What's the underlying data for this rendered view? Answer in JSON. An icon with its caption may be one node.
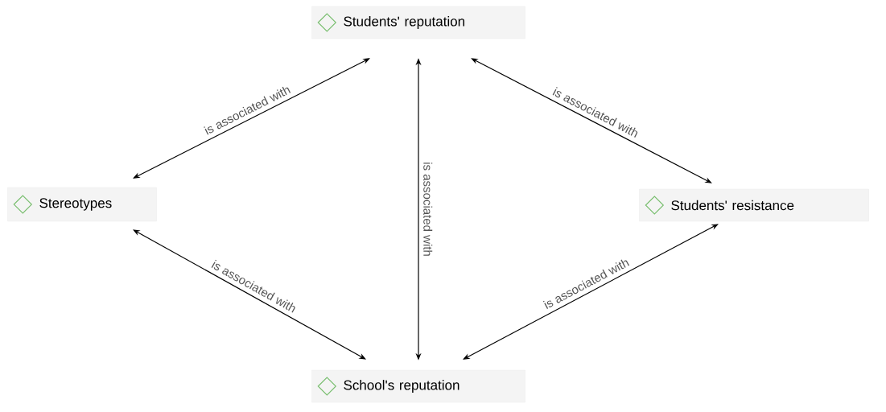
{
  "diagram": {
    "nodes": [
      {
        "text": [
          "Students' reputation"
        ]
      },
      {
        "text": [
          "Stereotypes"
        ]
      },
      {
        "text": [
          "Students' resistance"
        ]
      },
      {
        "text": [
          "School's reputation"
        ]
      }
    ],
    "edges": [
      {
        "from": 0,
        "to": 1,
        "arrow": "both",
        "label": "is associated with"
      },
      {
        "from": 0,
        "to": 2,
        "arrow": "both",
        "label": "is associated with"
      },
      {
        "from": 0,
        "to": 3,
        "arrow": "both",
        "label": "is associated with"
      },
      {
        "from": 1,
        "to": 3,
        "arrow": "both",
        "label": "is associated with"
      },
      {
        "from": 3,
        "to": 2,
        "arrow": "both",
        "label": "is associated with"
      }
    ]
  }
}
